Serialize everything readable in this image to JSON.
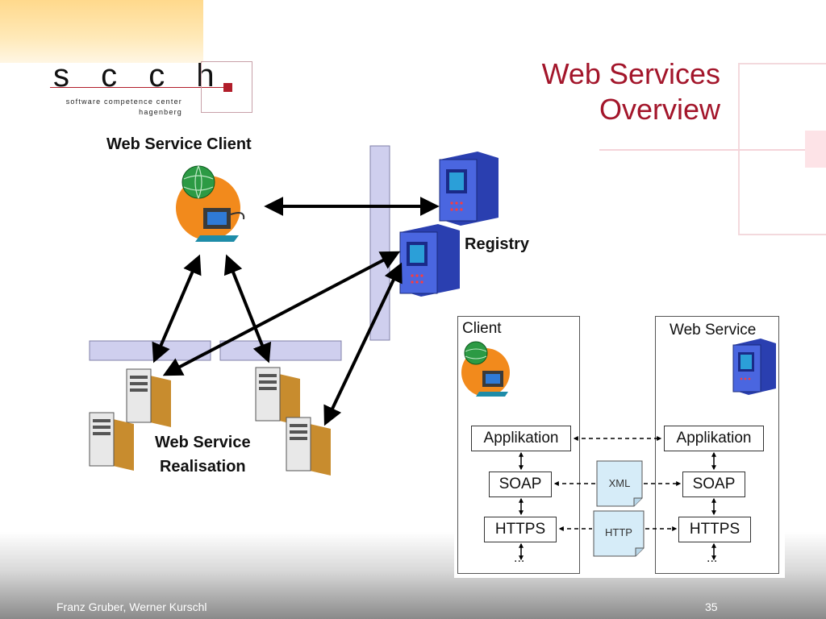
{
  "slide": {
    "title_line1": "Web Services",
    "title_line2": "Overview",
    "footer_authors": "Franz Gruber, Werner Kurschl",
    "page_number": "35"
  },
  "logo": {
    "name": "s c c h",
    "subtitle_line1": "software competence center",
    "subtitle_line2": "hagenberg",
    "accent_color": "#b11d2a"
  },
  "diagram": {
    "client_label": "Web Service Client",
    "registry_label": "Registry",
    "realisation_line1": "Web Service",
    "realisation_line2": "Realisation"
  },
  "stack": {
    "client_title": "Client",
    "service_title": "Web Service",
    "client_layers": [
      "Applikation",
      "SOAP",
      "HTTPS"
    ],
    "service_layers": [
      "Applikation",
      "SOAP",
      "HTTPS"
    ],
    "continuation": "...",
    "xml_doc": "XML",
    "http_doc": "HTTP"
  },
  "colors": {
    "title_red": "#a3162b",
    "bus_bar": "#cfcfee",
    "server_blue": "#3f5bd6",
    "server_tan": "#d8a24a",
    "doc_blue": "#d6ecf8",
    "orange_disc": "#f28a1c"
  }
}
